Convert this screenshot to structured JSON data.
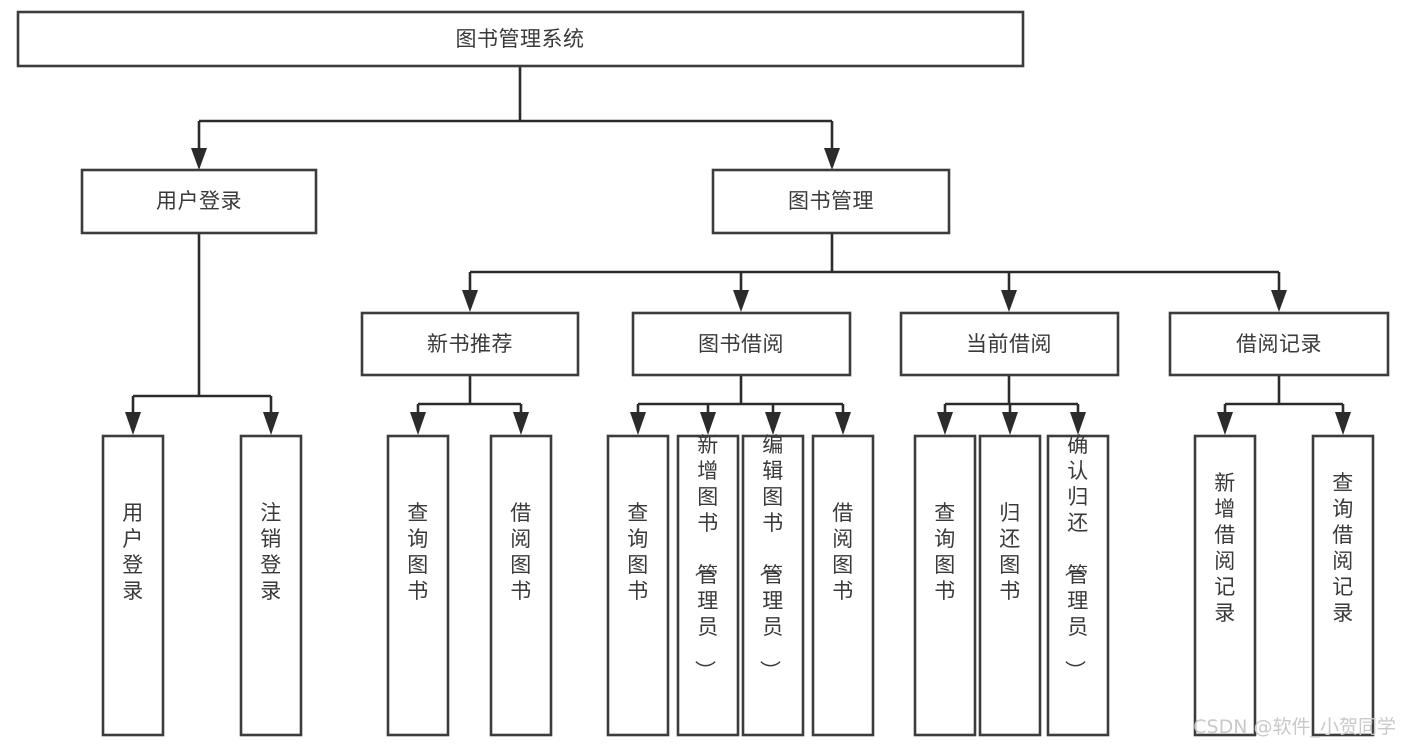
{
  "diagram": {
    "type": "tree-hierarchy",
    "title": "图书管理系统",
    "watermark": "CSDN @软件_小贺同学",
    "colors": {
      "box_stroke": "#3c3c3c",
      "connector": "#2b2b2b",
      "box_fill": "#ffffff",
      "label_text": "#3a3a3a",
      "watermark_text": "#c9c9c9",
      "background": "#ffffff"
    },
    "root": {
      "label": "图书管理系统"
    },
    "level2": [
      {
        "label": "用户登录"
      },
      {
        "label": "图书管理"
      }
    ],
    "level3": [
      {
        "label": "新书推荐"
      },
      {
        "label": "图书借阅"
      },
      {
        "label": "当前借阅"
      },
      {
        "label": "借阅记录"
      }
    ],
    "leaves": {
      "user_login": [
        {
          "label": "用户登录"
        },
        {
          "label": "注销登录"
        }
      ],
      "new_book_recommend": [
        {
          "label": "查询图书"
        },
        {
          "label": "借阅图书"
        }
      ],
      "book_borrow": [
        {
          "label": "查询图书"
        },
        {
          "label": "新增图书（管理员）"
        },
        {
          "label": "编辑图书（管理员）"
        },
        {
          "label": "借阅图书"
        }
      ],
      "current_borrow": [
        {
          "label": "查询图书"
        },
        {
          "label": "归还图书"
        },
        {
          "label": "确认归还（管理员）"
        }
      ],
      "borrow_record": [
        {
          "label": "新增借阅记录"
        },
        {
          "label": "查询借阅记录"
        }
      ]
    }
  }
}
